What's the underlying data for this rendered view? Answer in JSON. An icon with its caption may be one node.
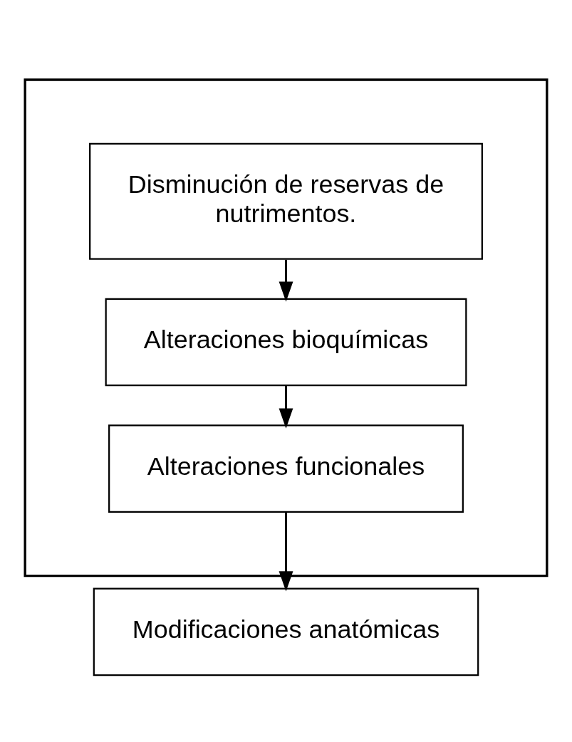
{
  "diagram": {
    "nodes": [
      {
        "text": [],
        "shape": "box"
      },
      {
        "text": [
          "Disminución de reservas de nutrimentos."
        ],
        "in": 0
      },
      {
        "text": [
          "Alteraciones bioquímicas"
        ],
        "in": 0
      },
      {
        "text": [
          "Alteraciones funcionales"
        ],
        "in": 0
      },
      {
        "text": [
          "Modificaciones anatómicas"
        ]
      }
    ],
    "edges": [
      {
        "from": 1,
        "to": 2,
        "arrow": "to"
      },
      {
        "from": 2,
        "to": 3,
        "arrow": "to"
      },
      {
        "from": 3,
        "to": 4,
        "arrow": "to"
      }
    ]
  }
}
